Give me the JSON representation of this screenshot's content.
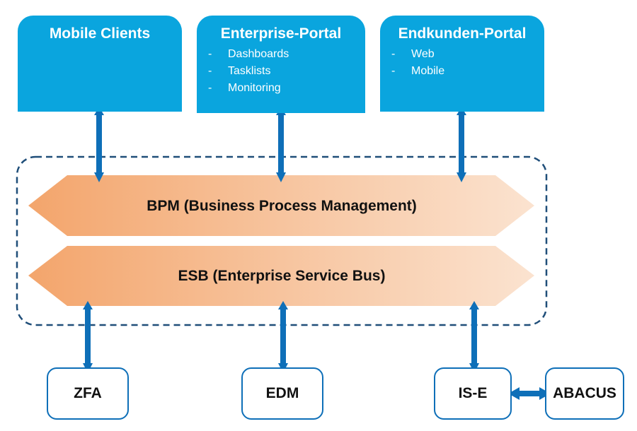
{
  "top_boxes": [
    {
      "title": "Mobile Clients",
      "items": []
    },
    {
      "title": "Enterprise-Portal",
      "items": [
        "Dashboards",
        "Tasklists",
        "Monitoring"
      ]
    },
    {
      "title": "Endkunden-Portal",
      "items": [
        "Web",
        "Mobile"
      ]
    }
  ],
  "bullet_marker": "-",
  "bands": {
    "bpm": "BPM (Business Process Management)",
    "esb": "ESB (Enterprise Service Bus)"
  },
  "bottom_boxes": [
    "ZFA",
    "EDM",
    "IS-E",
    "ABACUS"
  ],
  "colors": {
    "box_blue": "#0aa5de",
    "arrow_blue": "#0e6fb8",
    "band_orange": "#f3a56c",
    "band_light": "#fbe3d0",
    "dashed_border": "#1f4e79"
  }
}
